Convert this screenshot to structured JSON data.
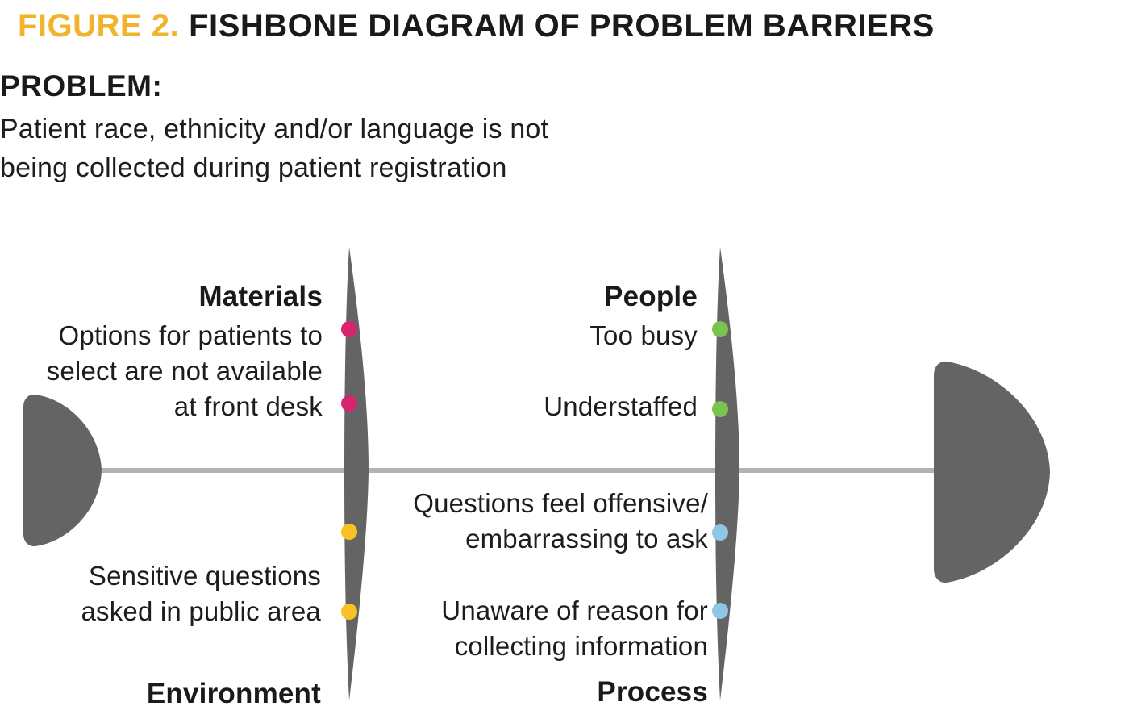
{
  "figure": {
    "label": "FIGURE 2.",
    "title": "FISHBONE DIAGRAM OF PROBLEM BARRIERS"
  },
  "problem": {
    "heading": "PROBLEM:",
    "line1": "Patient race, ethnicity and/or language is not",
    "line2": "being collected during patient registration"
  },
  "categories": {
    "materials": {
      "label": "Materials",
      "dot_color": "#d6246e",
      "causes": [
        {
          "lines": [
            "Options for patients to",
            "select are not available",
            "at front desk"
          ]
        }
      ]
    },
    "people": {
      "label": "People",
      "dot_color": "#7dc24e",
      "causes": [
        {
          "lines": [
            "Too busy"
          ]
        },
        {
          "lines": [
            "Understaffed"
          ]
        }
      ]
    },
    "environment": {
      "label": "Environment",
      "dot_color": "#f8c124",
      "causes": [
        {
          "lines": [
            "Sensitive questions",
            "asked in public area"
          ]
        }
      ]
    },
    "process": {
      "label": "Process",
      "dot_color": "#8ec6e8",
      "causes": [
        {
          "lines": [
            "Questions feel offensive/",
            "embarrassing to ask"
          ]
        },
        {
          "lines": [
            "Unaware of reason for",
            "collecting information"
          ]
        }
      ]
    }
  },
  "colors": {
    "figure_label_accent": "#f2b32c",
    "bone": "#646464",
    "spine": "#b3b3b3",
    "text": "#1d1d1d"
  }
}
